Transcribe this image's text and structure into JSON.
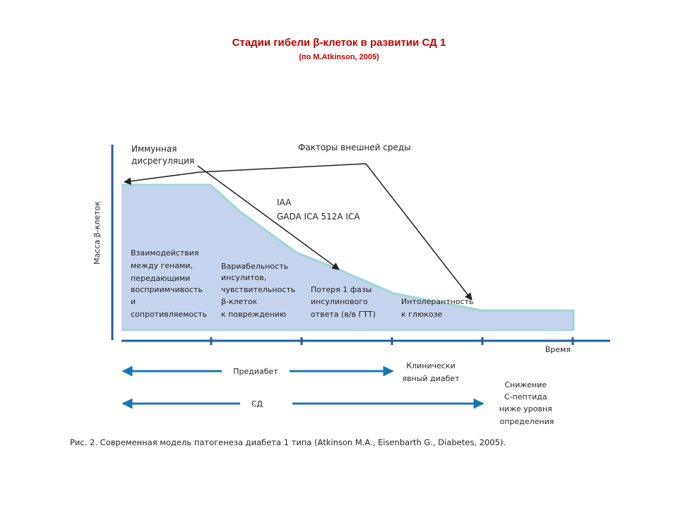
{
  "title": {
    "main": "Стадии гибели β-клеток в развитии СД 1",
    "sub": "(по M.Atkinson, 2005)"
  },
  "y_axis_label": "Масса β-клеток",
  "x_axis_label": "Время",
  "labels": {
    "immune_line1": "Иммунная",
    "immune_line2": "дисрегуляция",
    "env_factors": "Факторы внешней среды",
    "iaa": "IAA",
    "gada": "GADA ICA 512A ICA"
  },
  "stage1": [
    "Взаимодействия",
    "между генами,",
    "передающими",
    "восприимчивость",
    "и",
    "сопротивляемость"
  ],
  "stage2": [
    "Вариабельность",
    "инсулитов,",
    "чувствительность",
    "β-клеток",
    "к повреждению"
  ],
  "stage3": [
    "Потеря 1 фазы",
    "инсулинового",
    "ответа (в/в ГТТ)"
  ],
  "stage4": [
    "Интолерантность",
    "к глюкозе"
  ],
  "timeline": {
    "prediabet": "Предиабет",
    "clinical_line1": "Клинически",
    "clinical_line2": "явный диабет",
    "sd": "СД",
    "cpeptide": [
      "Снижение",
      "С-пептида",
      "ниже уровня",
      "определения"
    ]
  },
  "caption": "Рис. 2. Современная модель патогенеза диабета 1 типа (Atkinson M.A., Eisenbarth G., Diabetes, 2005).",
  "colors": {
    "title": "#c00000",
    "area_fill": "#c5d3ec",
    "area_stroke": "#9fd6d6",
    "axis": "#1f5f9e",
    "arrow": "#1a75b8",
    "text": "#231f20"
  }
}
